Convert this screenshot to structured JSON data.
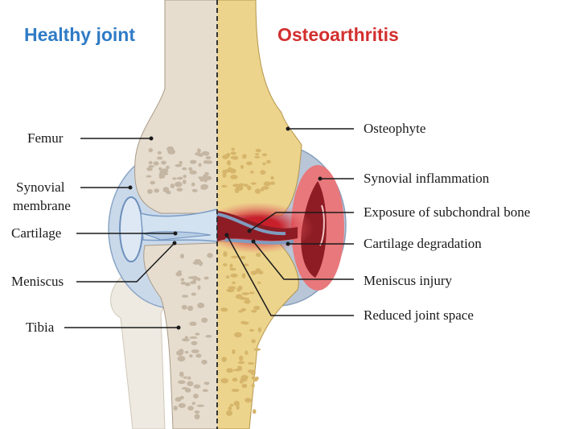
{
  "titles": {
    "healthy": "Healthy joint",
    "oa": "Osteoarthritis"
  },
  "colors": {
    "healthy_title": "#2f7bc6",
    "oa_title": "#d2302f",
    "healthy_bone": "#e6ddcf",
    "oa_bone": "#ecd48c",
    "synovium": "#b9cde3",
    "inflammation": "#d9333a"
  },
  "left_labels": {
    "femur": "Femur",
    "synovial_1": "Synovial",
    "synovial_2": "membrane",
    "cartilage": "Cartilage",
    "meniscus": "Meniscus",
    "tibia": "Tibia"
  },
  "right_labels": {
    "osteophyte": "Osteophyte",
    "synovial_inflammation": "Synovial inflammation",
    "subchondral": "Exposure of subchondral bone",
    "cartilage_degradation": "Cartilage degradation",
    "meniscus_injury": "Meniscus injury",
    "reduced_space": "Reduced joint space"
  }
}
